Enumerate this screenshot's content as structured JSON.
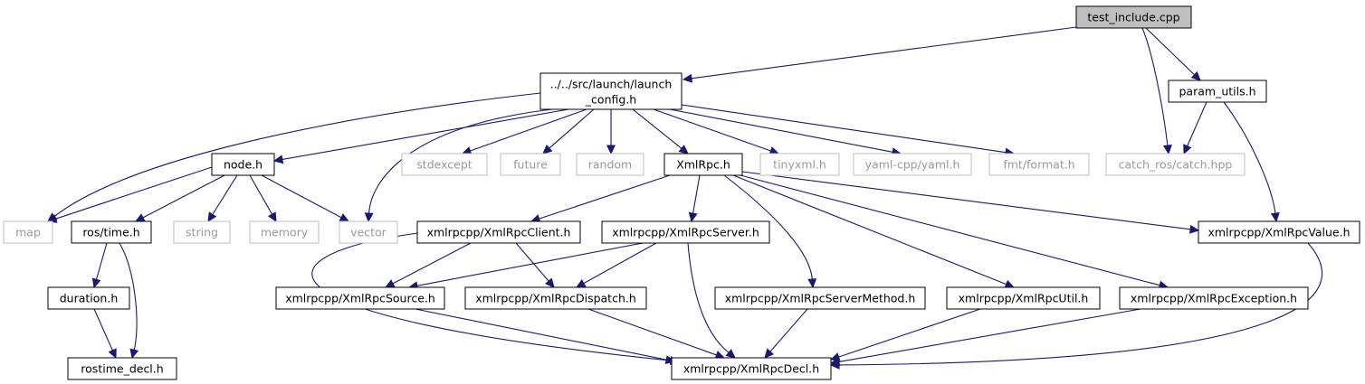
{
  "graph": {
    "colors": {
      "edge": "#191970",
      "root_fill": "#bfbfbf",
      "node_border": "#000000",
      "external_border": "#bfbfbf",
      "external_text": "#9a9a9a"
    },
    "nodes": {
      "test_include": {
        "label": "test_include.cpp",
        "kind": "root"
      },
      "launch_config": {
        "label": "../../src/launch/launch",
        "label2": "_config.h",
        "kind": "file"
      },
      "param_utils": {
        "label": "param_utils.h",
        "kind": "file"
      },
      "node_h": {
        "label": "node.h",
        "kind": "file"
      },
      "stdexcept": {
        "label": "stdexcept",
        "kind": "external"
      },
      "future": {
        "label": "future",
        "kind": "external"
      },
      "random": {
        "label": "random",
        "kind": "external"
      },
      "xmlrpc": {
        "label": "XmlRpc.h",
        "kind": "file"
      },
      "tinyxml": {
        "label": "tinyxml.h",
        "kind": "external"
      },
      "yaml": {
        "label": "yaml-cpp/yaml.h",
        "kind": "external"
      },
      "fmt": {
        "label": "fmt/format.h",
        "kind": "external"
      },
      "catch_ros": {
        "label": "catch_ros/catch.hpp",
        "kind": "external"
      },
      "map": {
        "label": "map",
        "kind": "external"
      },
      "ros_time": {
        "label": "ros/time.h",
        "kind": "file"
      },
      "string": {
        "label": "string",
        "kind": "external"
      },
      "memory": {
        "label": "memory",
        "kind": "external"
      },
      "vector": {
        "label": "vector",
        "kind": "external"
      },
      "client": {
        "label": "xmlrpcpp/XmlRpcClient.h",
        "kind": "file"
      },
      "server": {
        "label": "xmlrpcpp/XmlRpcServer.h",
        "kind": "file"
      },
      "value": {
        "label": "xmlrpcpp/XmlRpcValue.h",
        "kind": "file"
      },
      "duration": {
        "label": "duration.h",
        "kind": "file"
      },
      "source": {
        "label": "xmlrpcpp/XmlRpcSource.h",
        "kind": "file"
      },
      "dispatch": {
        "label": "xmlrpcpp/XmlRpcDispatch.h",
        "kind": "file"
      },
      "servermethod": {
        "label": "xmlrpcpp/XmlRpcServerMethod.h",
        "kind": "file"
      },
      "util": {
        "label": "xmlrpcpp/XmlRpcUtil.h",
        "kind": "file"
      },
      "exception": {
        "label": "xmlrpcpp/XmlRpcException.h",
        "kind": "file"
      },
      "rostime_decl": {
        "label": "rostime_decl.h",
        "kind": "file"
      },
      "decl": {
        "label": "xmlrpcpp/XmlRpcDecl.h",
        "kind": "file"
      }
    },
    "edges": [
      [
        "test_include",
        "launch_config"
      ],
      [
        "test_include",
        "param_utils"
      ],
      [
        "test_include",
        "catch_ros"
      ],
      [
        "param_utils",
        "catch_ros"
      ],
      [
        "param_utils",
        "value"
      ],
      [
        "launch_config",
        "map"
      ],
      [
        "launch_config",
        "node_h"
      ],
      [
        "launch_config",
        "vector"
      ],
      [
        "launch_config",
        "stdexcept"
      ],
      [
        "launch_config",
        "future"
      ],
      [
        "launch_config",
        "random"
      ],
      [
        "launch_config",
        "xmlrpc"
      ],
      [
        "launch_config",
        "tinyxml"
      ],
      [
        "launch_config",
        "yaml"
      ],
      [
        "launch_config",
        "fmt"
      ],
      [
        "node_h",
        "map"
      ],
      [
        "node_h",
        "ros_time"
      ],
      [
        "node_h",
        "string"
      ],
      [
        "node_h",
        "memory"
      ],
      [
        "node_h",
        "vector"
      ],
      [
        "xmlrpc",
        "client"
      ],
      [
        "xmlrpc",
        "server"
      ],
      [
        "xmlrpc",
        "value"
      ],
      [
        "xmlrpc",
        "servermethod"
      ],
      [
        "xmlrpc",
        "util"
      ],
      [
        "xmlrpc",
        "exception"
      ],
      [
        "ros_time",
        "duration"
      ],
      [
        "ros_time",
        "rostime_decl"
      ],
      [
        "duration",
        "rostime_decl"
      ],
      [
        "client",
        "source"
      ],
      [
        "client",
        "dispatch"
      ],
      [
        "client",
        "decl"
      ],
      [
        "server",
        "source"
      ],
      [
        "server",
        "dispatch"
      ],
      [
        "server",
        "decl"
      ],
      [
        "value",
        "decl"
      ],
      [
        "source",
        "decl"
      ],
      [
        "dispatch",
        "decl"
      ],
      [
        "servermethod",
        "decl"
      ],
      [
        "util",
        "decl"
      ],
      [
        "exception",
        "decl"
      ]
    ]
  }
}
